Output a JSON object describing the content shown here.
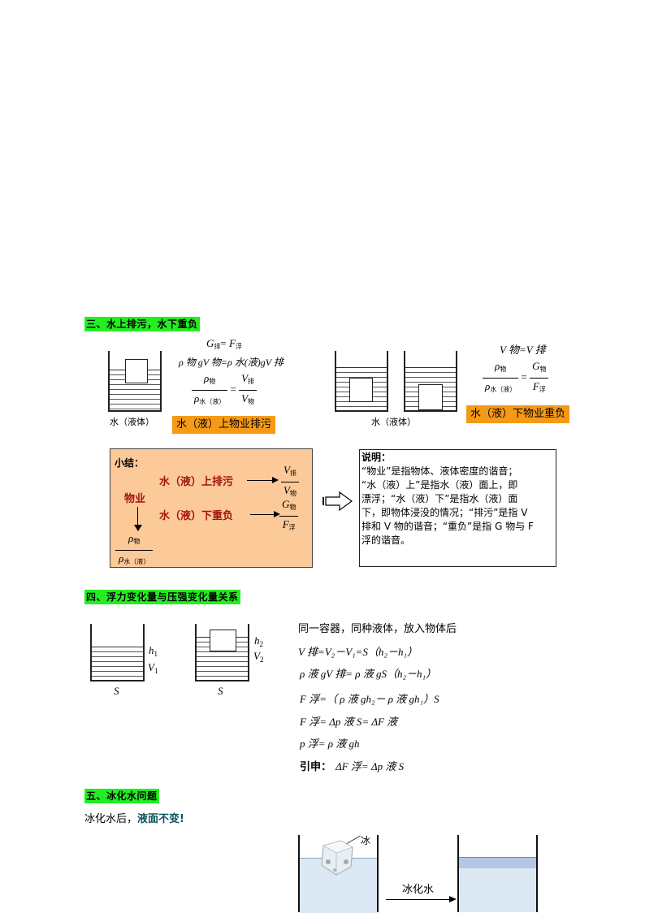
{
  "section3": {
    "heading": "三、水上排污，水下重负",
    "left_formulas": {
      "line1": {
        "lhs": "G",
        "lhs_sub": "排",
        "eq": "=",
        "rhs": "F",
        "rhs_sub": "浮"
      },
      "line2": "ρ 物 gV 物=ρ 水(液)gV 排",
      "frac_lhs_num": "ρ",
      "frac_lhs_num_sub": "物",
      "frac_lhs_den": "ρ",
      "frac_lhs_den_sub": "水（液）",
      "frac_rhs_num": "V",
      "frac_rhs_num_sub": "排",
      "frac_rhs_den": "V",
      "frac_rhs_den_sub": "物"
    },
    "left_caption": "水（液体）",
    "left_badge": "水（液）上物业排污",
    "right_caption": "水（液体）",
    "right_formulas": {
      "line1": "V 物=V 排",
      "frac_lhs_num": "ρ",
      "frac_lhs_num_sub": "物",
      "frac_lhs_den": "ρ",
      "frac_lhs_den_sub": "水（液）",
      "frac_rhs_num": "G",
      "frac_rhs_num_sub": "物",
      "frac_rhs_den": "F",
      "frac_rhs_den_sub": "浮"
    },
    "right_badge": "水（液）下物业重负"
  },
  "summary": {
    "title": "小结：",
    "row1": "水（液）上排污",
    "row2": "水（液）下重负",
    "wuye": "物业",
    "row1_frac": {
      "num": "V",
      "num_sub": "排",
      "den": "V",
      "den_sub": "物"
    },
    "row2_frac": {
      "num": "G",
      "num_sub": "物",
      "den": "F",
      "den_sub": "浮"
    },
    "bottom_frac": {
      "num": "ρ",
      "num_sub": "物",
      "den": "ρ",
      "den_sub": "水（液）"
    }
  },
  "note": {
    "title": "说明：",
    "lines": [
      "“物业”是指物体、液体密度的谐音；",
      "“水（液）上”是指水（液）面上，即",
      "漂浮；“水（液）下”是指水（液）面",
      "下，即物体浸没的情况；“排污”是指 V",
      "排和 V 物的谐音；“重负”是指 G 物与 F",
      "浮的谐音。"
    ]
  },
  "section4": {
    "heading": "四、浮力变化量与压强变化量关系",
    "labels": {
      "h1": "h",
      "h1_sub": "1",
      "v1": "V",
      "v1_sub": "1",
      "h2": "h",
      "h2_sub": "2",
      "v2": "V",
      "v2_sub": "2",
      "s_left": "S",
      "s_right": "S"
    },
    "intro": "同一容器，同种液体，放入物体后",
    "formulas": [
      "V 排=V₂－V₁=S（h₂－h₁）",
      "ρ 液 gV 排= ρ 液 gS（h₂－h₁）",
      "F 浮=（ ρ 液 gh₂－ ρ 液 gh₁）S",
      "F 浮= Δp 液 S= ΔF 液",
      "p 浮= ρ 液 gh"
    ],
    "extension_label": "引申：",
    "extension_formula": "ΔF 浮= Δp 液 S"
  },
  "section5": {
    "heading": "五、冰化水问题",
    "intro_plain": "冰化水后，",
    "intro_emphasis": "液面不变!",
    "ice_label": "冰",
    "arrow_label": "冰化水"
  },
  "colors": {
    "heading_bg": "#22ee22",
    "badge_bg": "#f59a17",
    "summary_bg": "#fcc998",
    "summary_text": "#a3140f",
    "emphasis_text": "#0b5560",
    "water": "#dce9f5"
  }
}
